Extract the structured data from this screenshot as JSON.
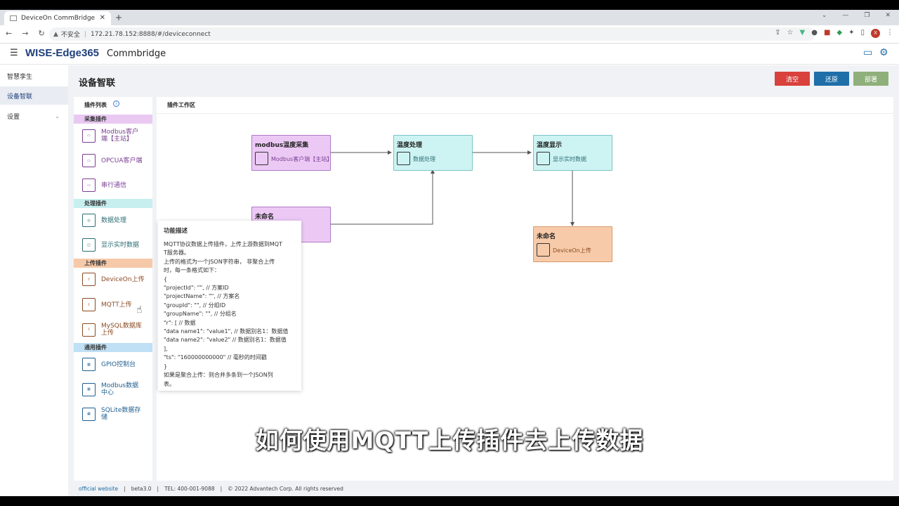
{
  "browser": {
    "tab_title": "DeviceOn CommBridge",
    "security_label": "不安全",
    "url": "172.21.78.152:8888/#/deviceconnect",
    "profile_initial": "X"
  },
  "app": {
    "brand": "WISE-Edge365",
    "product": "Commbridge"
  },
  "sidebar": {
    "items": [
      {
        "label": "智慧孪生"
      },
      {
        "label": "设备智联"
      },
      {
        "label": "设置"
      }
    ]
  },
  "page": {
    "title": "设备智联",
    "buttons": [
      {
        "label": "清空",
        "color": "#d9413c"
      },
      {
        "label": "还原",
        "color": "#1f6fa8"
      },
      {
        "label": "部署",
        "color": "#8fb07a"
      }
    ]
  },
  "plugin_list": {
    "header": "插件列表",
    "categories": [
      {
        "label": "采集插件",
        "color": "#e9c9f2"
      },
      {
        "label": "处理插件",
        "color": "#c7eff0"
      },
      {
        "label": "上传插件",
        "color": "#f6c9a8"
      },
      {
        "label": "通用插件",
        "color": "#bfe0f5"
      }
    ],
    "items": [
      {
        "label_1": "Modbus客户",
        "label_2": "端【主站】",
        "icon": "Client"
      },
      {
        "label_1": "OPCUA客户端",
        "label_2": "",
        "icon": "OPCUA"
      },
      {
        "label_1": "串行通信",
        "label_2": "",
        "icon": "Serial"
      },
      {
        "label_1": "数据处理",
        "label_2": "",
        "icon": "process-icon"
      },
      {
        "label_1": "显示实时数据",
        "label_2": "",
        "icon": "display-icon"
      },
      {
        "label_1": "DeviceOn上传",
        "label_2": "",
        "icon": "upload-icon"
      },
      {
        "label_1": "MQTT上传",
        "label_2": "",
        "icon": "MQTT"
      },
      {
        "label_1": "MySQL数据库",
        "label_2": "上传",
        "icon": "MySQL"
      },
      {
        "label_1": "GPIO控制台",
        "label_2": "",
        "icon": "GPIO"
      },
      {
        "label_1": "Modbus数据",
        "label_2": "中心",
        "icon": "Modbus"
      },
      {
        "label_1": "SQLite数据存",
        "label_2": "储",
        "icon": "SQLite"
      }
    ]
  },
  "workspace": {
    "header": "插件工作区",
    "nodes": [
      {
        "title": "modbus温度采集",
        "sub": "Modbus客户端【主站】",
        "color": "#ecc9f5",
        "border": "#b07ac8"
      },
      {
        "title": "温度处理",
        "sub": "数据处理",
        "color": "#cdf3f3",
        "border": "#7cc4c4"
      },
      {
        "title": "温度显示",
        "sub": "显示实时数据",
        "color": "#cdf3f3",
        "border": "#7cc4c4"
      },
      {
        "title": "未命名",
        "sub": "",
        "color": "#ecc9f5",
        "border": "#b07ac8"
      },
      {
        "title": "未命名",
        "sub": "DeviceOn上传",
        "color": "#f7cba9",
        "border": "#d89a6c"
      }
    ]
  },
  "tooltip": {
    "title": "功能描述",
    "lines": [
      "MQTT协议数据上传插件，上传上游数据到MQT",
      "T服务器。",
      "上传的格式为一个JSON字符串， 非聚合上传",
      "时，每一条格式如下：",
      "{",
      "\"projectId\": \"\", // 方案ID",
      "\"projectName\": \"\", // 方案名",
      "\"groupId\": \"\", // 分组ID",
      "\"groupName\": \"\", // 分组名",
      "\"r\": [ // 数据",
      "\"data name1\": \"value1\", // 数据别名1：数据值",
      "\"data name2\": \"value2\" // 数据别名1：数据值",
      "],",
      "\"ts\": \"160000000000\" // 毫秒的时间戳",
      "}",
      "如果是聚合上传：则合并多条到一个JSON列",
      "表。"
    ]
  },
  "footer": {
    "link": "official website",
    "version": "beta3.0",
    "tel": "TEL: 400-001-9088",
    "copyright": "© 2022 Advantech Corp. All rights reserved"
  },
  "subtitle": "如何使用MQTT上传插件去上传数据"
}
